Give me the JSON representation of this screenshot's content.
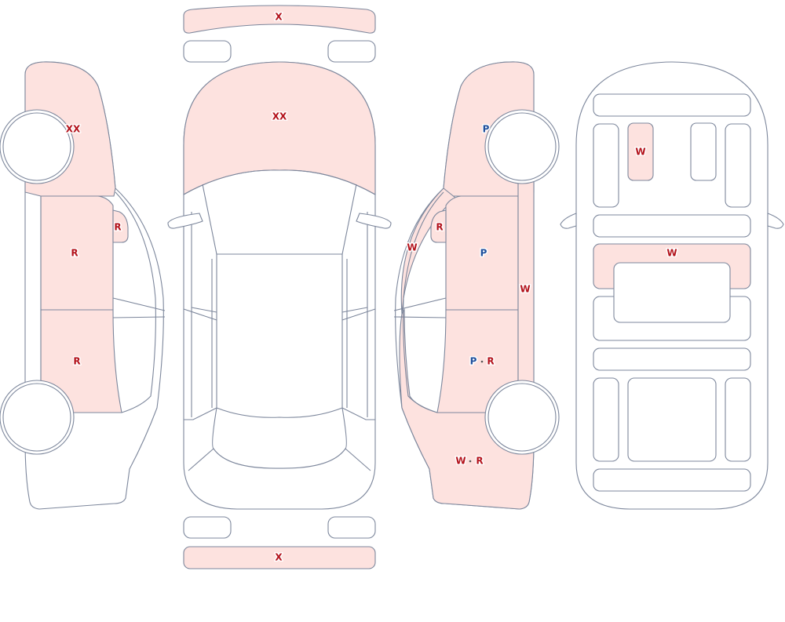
{
  "colors": {
    "outline": "#7d879c",
    "damaged_fill": "#fde2df",
    "mark_red": "#b3121b",
    "mark_blue": "#1f4f9c"
  },
  "marks": {
    "front_bumper": "X",
    "rear_bumper": "X",
    "hood": "XX",
    "left_front_fender": "XX",
    "left_front_door": "R",
    "left_mirror": "R",
    "left_rear_door": "R",
    "right_front_fender": "P",
    "right_a_pillar": "W",
    "right_mirror": "R",
    "right_front_door": "P",
    "right_rocker": "W",
    "right_rear_door_a": "P",
    "right_rear_door_b": "R",
    "right_quarter_a": "W",
    "right_quarter_b": "R",
    "underbody_front_rail": "W",
    "underbody_crossmember": "W"
  }
}
